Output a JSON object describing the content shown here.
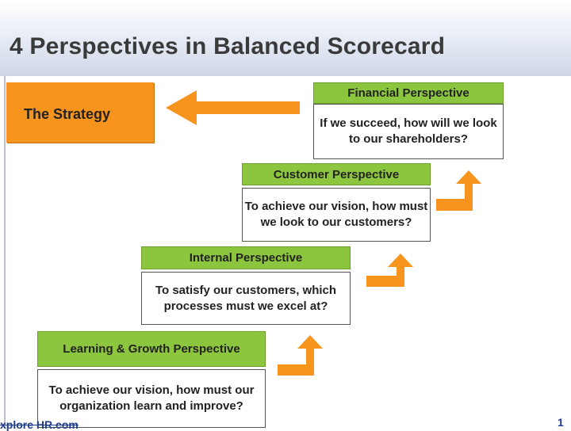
{
  "title": "4 Perspectives in Balanced Scorecard",
  "strategy": {
    "label": "The Strategy"
  },
  "perspectives": {
    "financial": {
      "heading": "Financial Perspective",
      "question": "If we succeed, how will we look to our shareholders?"
    },
    "customer": {
      "heading": "Customer Perspective",
      "question": "To achieve our vision, how must we look to our customers?"
    },
    "internal": {
      "heading": "Internal Perspective",
      "question": "To satisfy our customers, which processes must we excel at?"
    },
    "learning": {
      "heading": "Learning & Growth Perspective",
      "question": "To achieve our vision, how must our organization learn and improve?"
    }
  },
  "footer": {
    "left_text": "xplore HR.com",
    "page_number": "1"
  },
  "colors": {
    "strategy": "#f7941d",
    "heading": "#8cc63f",
    "arrow": "#f7941d",
    "title": "#3a3a3a"
  }
}
